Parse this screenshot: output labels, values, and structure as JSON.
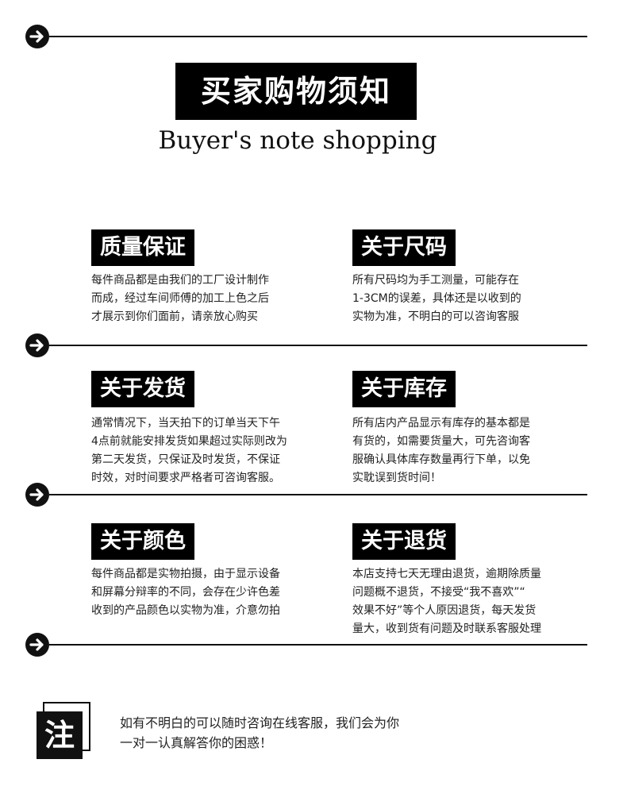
{
  "header": {
    "title": "买家购物须知",
    "subtitle": "Buyer's note shopping"
  },
  "dividers": [
    {
      "icon": "arrow-right-circle-icon"
    },
    {
      "icon": "arrow-right-circle-icon"
    },
    {
      "icon": "arrow-right-circle-icon"
    },
    {
      "icon": "arrow-right-circle-icon"
    }
  ],
  "sections": [
    {
      "title": "质量保证",
      "lines": [
        "每件商品都是由我们的工厂设计制作",
        "而成，经过车间师傅的加工上色之后",
        "才展示到你们面前，请亲放心购买"
      ]
    },
    {
      "title": "关于尺码",
      "lines": [
        "所有尺码均为手工测量，可能存在",
        "1-3CM的误差，具体还是以收到的",
        "实物为准，不明白的可以咨询客服"
      ]
    },
    {
      "title": "关于发货",
      "lines": [
        "通常情况下，当天拍下的订单当天下午",
        "4点前就能安排发货如果超过实际则改为",
        "第二天发货，只保证及时发货，不保证",
        "时效，对时间要求严格者可咨询客服。"
      ]
    },
    {
      "title": "关于库存",
      "lines": [
        "所有店内产品显示有库存的基本都是",
        "有货的，如需要货量大，可先咨询客",
        "服确认具体库存数量再行下单，以免",
        "实耽误到货时间！"
      ]
    },
    {
      "title": "关于颜色",
      "lines": [
        "每件商品都是实物拍摄，由于显示设备",
        "和屏幕分辩率的不同，会存在少许色差",
        "收到的产品颜色以实物为准，介意勿拍"
      ]
    },
    {
      "title": "关于退货",
      "lines": [
        "本店支持七天无理由退货，逾期除质量",
        "问题概不退货，不接受“我不喜欢”“",
        "效果不好”等个人原因退货，每天发货",
        "量大，收到货有问题及时联系客服处理"
      ]
    }
  ],
  "note": {
    "badge": "注",
    "lines": [
      "如有不明白的可以随时咨询在线客服，我们会为你",
      "一对一认真解答你的困惑！"
    ]
  },
  "colors": {
    "primary": "#000000",
    "background": "#ffffff",
    "text": "#222222"
  }
}
